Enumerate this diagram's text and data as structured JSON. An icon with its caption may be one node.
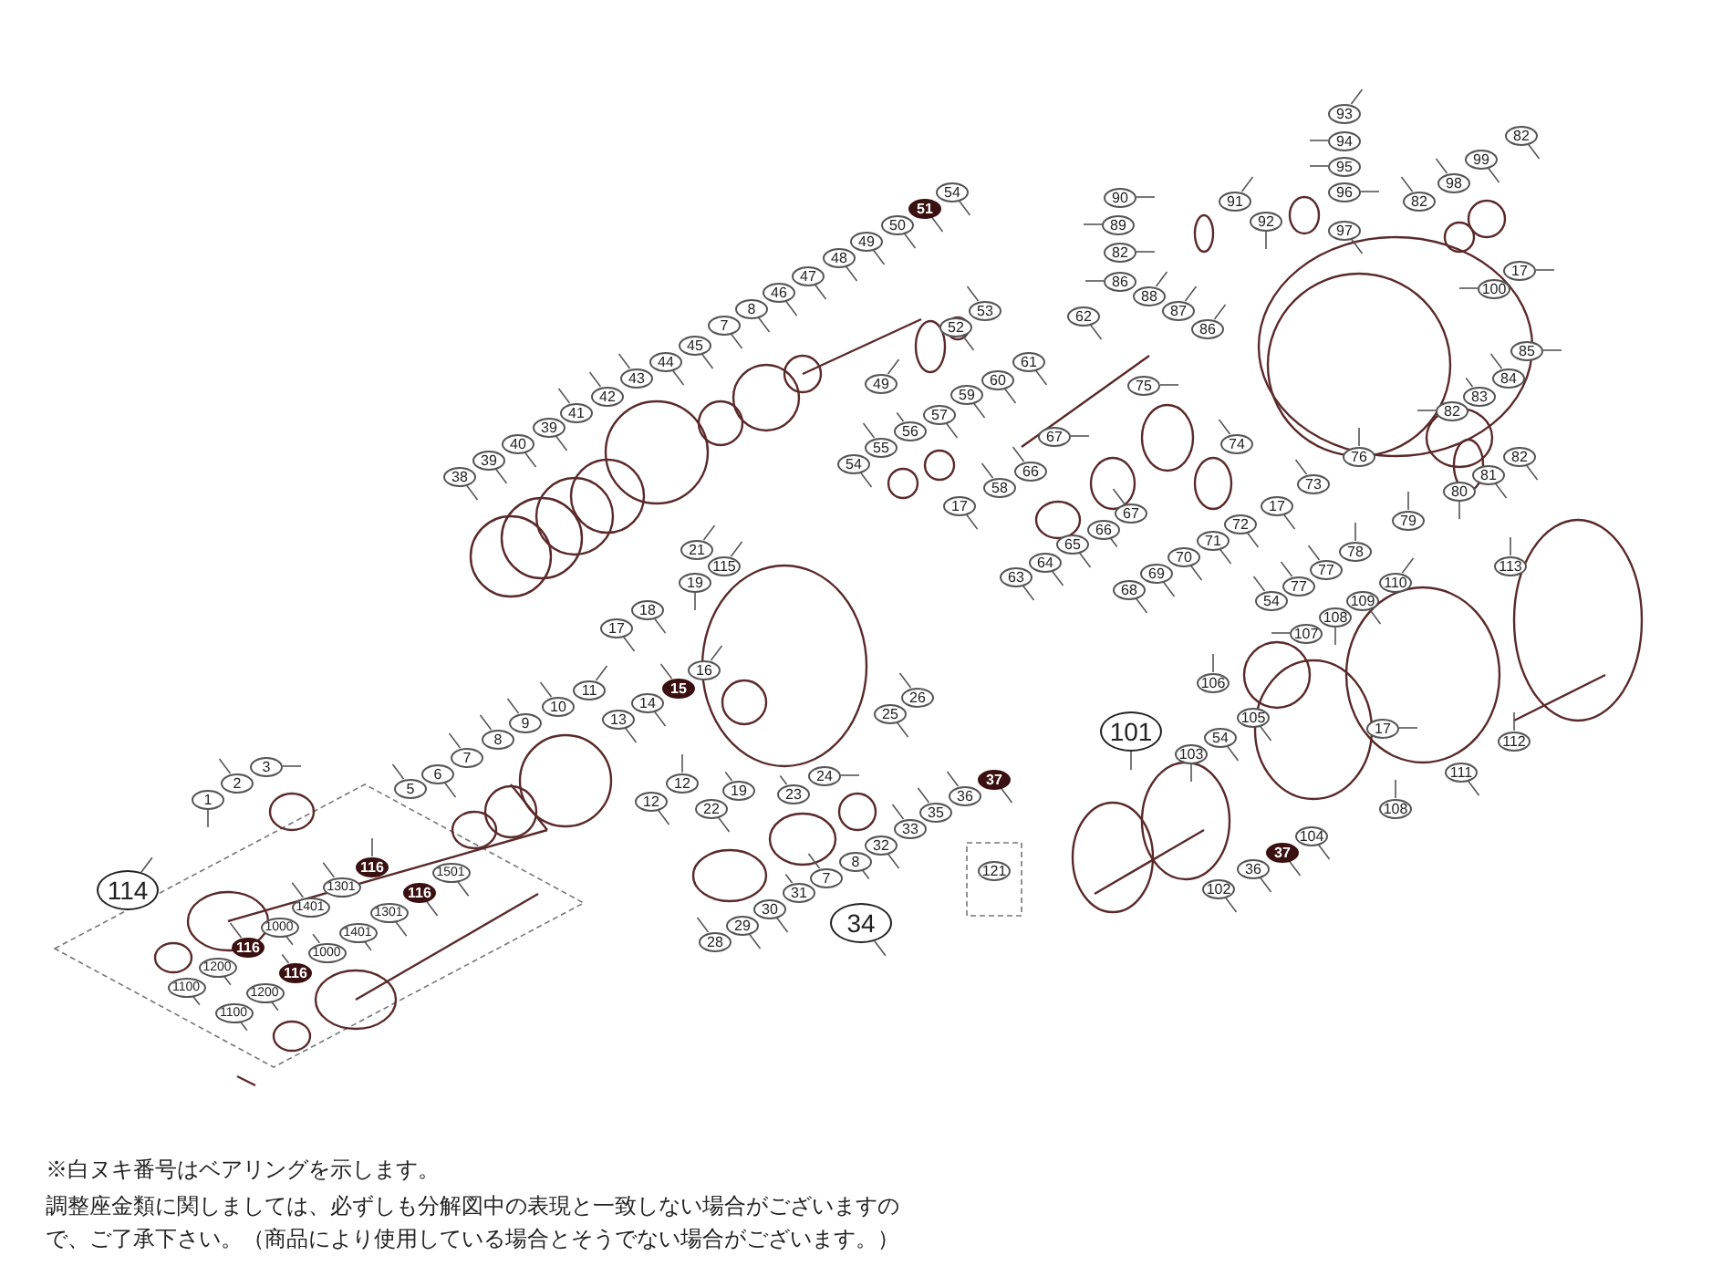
{
  "diagram": {
    "nodes": [
      {
        "text": [
          "38"
        ]
      },
      {
        "text": [
          "39"
        ]
      },
      {
        "text": [
          "40"
        ]
      },
      {
        "text": [
          "39"
        ]
      },
      {
        "text": [
          "41"
        ]
      },
      {
        "text": [
          "42"
        ]
      },
      {
        "text": [
          "43"
        ]
      },
      {
        "text": [
          "44"
        ]
      },
      {
        "text": [
          "45"
        ]
      },
      {
        "text": [
          "7"
        ]
      },
      {
        "text": [
          "8"
        ]
      },
      {
        "text": [
          "46"
        ]
      },
      {
        "text": [
          "47"
        ]
      },
      {
        "text": [
          "48"
        ]
      },
      {
        "text": [
          "49"
        ]
      },
      {
        "text": [
          "50"
        ]
      },
      {
        "text": [
          "51"
        ]
      },
      {
        "text": [
          "54"
        ]
      },
      {
        "text": [
          "53"
        ]
      },
      {
        "text": [
          "52"
        ]
      },
      {
        "text": [
          "49"
        ]
      },
      {
        "text": [
          "54"
        ]
      },
      {
        "text": [
          "55"
        ]
      },
      {
        "text": [
          "56"
        ]
      },
      {
        "text": [
          "57"
        ]
      },
      {
        "text": [
          "59"
        ]
      },
      {
        "text": [
          "60"
        ]
      },
      {
        "text": [
          "61"
        ]
      },
      {
        "text": [
          "62"
        ]
      },
      {
        "text": [
          "58"
        ]
      },
      {
        "text": [
          "17"
        ]
      },
      {
        "text": [
          "66"
        ]
      },
      {
        "text": [
          "67"
        ]
      },
      {
        "text": [
          "63"
        ]
      },
      {
        "text": [
          "64"
        ]
      },
      {
        "text": [
          "65"
        ]
      },
      {
        "text": [
          "66"
        ]
      },
      {
        "text": [
          "67"
        ]
      },
      {
        "text": [
          "68"
        ]
      },
      {
        "text": [
          "69"
        ]
      },
      {
        "text": [
          "70"
        ]
      },
      {
        "text": [
          "71"
        ]
      },
      {
        "text": [
          "72"
        ]
      },
      {
        "text": [
          "17"
        ]
      },
      {
        "text": [
          "73"
        ]
      },
      {
        "text": [
          "74"
        ]
      },
      {
        "text": [
          "75"
        ]
      },
      {
        "text": [
          "76"
        ]
      },
      {
        "text": [
          "90"
        ]
      },
      {
        "text": [
          "89"
        ]
      },
      {
        "text": [
          "82"
        ]
      },
      {
        "text": [
          "86"
        ]
      },
      {
        "text": [
          "88"
        ]
      },
      {
        "text": [
          "87"
        ]
      },
      {
        "text": [
          "86"
        ]
      },
      {
        "text": [
          "91"
        ]
      },
      {
        "text": [
          "92"
        ]
      },
      {
        "text": [
          "93"
        ]
      },
      {
        "text": [
          "94"
        ]
      },
      {
        "text": [
          "95"
        ]
      },
      {
        "text": [
          "96"
        ]
      },
      {
        "text": [
          "97"
        ]
      },
      {
        "text": [
          "82"
        ]
      },
      {
        "text": [
          "98"
        ]
      },
      {
        "text": [
          "99"
        ]
      },
      {
        "text": [
          "82"
        ]
      },
      {
        "text": [
          "100"
        ]
      },
      {
        "text": [
          "17"
        ]
      },
      {
        "text": [
          "85"
        ]
      },
      {
        "text": [
          "84"
        ]
      },
      {
        "text": [
          "83"
        ]
      },
      {
        "text": [
          "82"
        ]
      },
      {
        "text": [
          "82"
        ]
      },
      {
        "text": [
          "81"
        ]
      },
      {
        "text": [
          "80"
        ]
      },
      {
        "text": [
          "79"
        ]
      },
      {
        "text": [
          "78"
        ]
      },
      {
        "text": [
          "77"
        ]
      },
      {
        "text": [
          "77"
        ]
      },
      {
        "text": [
          "54"
        ]
      },
      {
        "text": [
          "113"
        ]
      },
      {
        "text": [
          "110"
        ]
      },
      {
        "text": [
          "109"
        ]
      },
      {
        "text": [
          "108"
        ]
      },
      {
        "text": [
          "107"
        ]
      },
      {
        "text": [
          "106"
        ]
      },
      {
        "text": [
          "105"
        ]
      },
      {
        "text": [
          "101"
        ]
      },
      {
        "text": [
          "103"
        ]
      },
      {
        "text": [
          "54"
        ]
      },
      {
        "text": [
          "17"
        ]
      },
      {
        "text": [
          "112"
        ]
      },
      {
        "text": [
          "111"
        ]
      },
      {
        "text": [
          "108"
        ]
      },
      {
        "text": [
          "104"
        ]
      },
      {
        "text": [
          "37"
        ]
      },
      {
        "text": [
          "36"
        ]
      },
      {
        "text": [
          "102"
        ]
      },
      {
        "text": [
          "21"
        ]
      },
      {
        "text": [
          "115"
        ]
      },
      {
        "text": [
          "19"
        ]
      },
      {
        "text": [
          "18"
        ]
      },
      {
        "text": [
          "17"
        ]
      },
      {
        "text": [
          "16"
        ]
      },
      {
        "text": [
          "15"
        ]
      },
      {
        "text": [
          "14"
        ]
      },
      {
        "text": [
          "13"
        ]
      },
      {
        "text": [
          "11"
        ]
      },
      {
        "text": [
          "10"
        ]
      },
      {
        "text": [
          "9"
        ]
      },
      {
        "text": [
          "8"
        ]
      },
      {
        "text": [
          "7"
        ]
      },
      {
        "text": [
          "6"
        ]
      },
      {
        "text": [
          "5"
        ]
      },
      {
        "text": [
          "12"
        ]
      },
      {
        "text": [
          "12"
        ]
      },
      {
        "text": [
          "22"
        ]
      },
      {
        "text": [
          "19"
        ]
      },
      {
        "text": [
          "23"
        ]
      },
      {
        "text": [
          "24"
        ]
      },
      {
        "text": [
          "25"
        ]
      },
      {
        "text": [
          "26"
        ]
      },
      {
        "text": [
          "37"
        ]
      },
      {
        "text": [
          "36"
        ]
      },
      {
        "text": [
          "35"
        ]
      },
      {
        "text": [
          "33"
        ]
      },
      {
        "text": [
          "32"
        ]
      },
      {
        "text": [
          "8"
        ]
      },
      {
        "text": [
          "7"
        ]
      },
      {
        "text": [
          "31"
        ]
      },
      {
        "text": [
          "30"
        ]
      },
      {
        "text": [
          "29"
        ]
      },
      {
        "text": [
          "28"
        ]
      },
      {
        "text": [
          "34"
        ]
      },
      {
        "text": [
          "1"
        ]
      },
      {
        "text": [
          "2"
        ]
      },
      {
        "text": [
          "3"
        ]
      },
      {
        "text": [
          "114"
        ]
      },
      {
        "text": [
          "116"
        ]
      },
      {
        "text": [
          "1301"
        ]
      },
      {
        "text": [
          "1401"
        ]
      },
      {
        "text": [
          "1000"
        ]
      },
      {
        "text": [
          "116"
        ]
      },
      {
        "text": [
          "1200"
        ]
      },
      {
        "text": [
          "1100"
        ]
      },
      {
        "text": [
          "1501"
        ]
      },
      {
        "text": [
          "116"
        ]
      },
      {
        "text": [
          "1301"
        ]
      },
      {
        "text": [
          "1401"
        ]
      },
      {
        "text": [
          "1000"
        ]
      },
      {
        "text": [
          "116"
        ]
      },
      {
        "text": [
          "1200"
        ]
      },
      {
        "text": [
          "1100"
        ]
      },
      {
        "text": [
          "121"
        ]
      }
    ],
    "edges": [
      {
        "from": 0,
        "to": null,
        "arrow": "none"
      },
      {
        "from": 1,
        "to": null,
        "arrow": "none"
      },
      {
        "from": 2,
        "to": null,
        "arrow": "none"
      },
      {
        "from": 3,
        "to": null,
        "arrow": "none"
      },
      {
        "from": 4,
        "to": null,
        "arrow": "none"
      },
      {
        "from": 5,
        "to": null,
        "arrow": "none"
      },
      {
        "from": 6,
        "to": null,
        "arrow": "none"
      },
      {
        "from": 7,
        "to": null,
        "arrow": "none"
      },
      {
        "from": 8,
        "to": null,
        "arrow": "none"
      },
      {
        "from": 9,
        "to": null,
        "arrow": "none"
      },
      {
        "from": 10,
        "to": null,
        "arrow": "none"
      },
      {
        "from": 11,
        "to": null,
        "arrow": "none"
      },
      {
        "from": 12,
        "to": null,
        "arrow": "none"
      },
      {
        "from": 13,
        "to": null,
        "arrow": "none"
      },
      {
        "from": 14,
        "to": null,
        "arrow": "none"
      },
      {
        "from": 15,
        "to": null,
        "arrow": "none"
      },
      {
        "from": 16,
        "to": null,
        "arrow": "none"
      },
      {
        "from": 17,
        "to": null,
        "arrow": "none"
      },
      {
        "from": 18,
        "to": null,
        "arrow": "none"
      },
      {
        "from": 19,
        "to": null,
        "arrow": "none"
      },
      {
        "from": 20,
        "to": null,
        "arrow": "none"
      },
      {
        "from": 21,
        "to": null,
        "arrow": "none"
      },
      {
        "from": 22,
        "to": null,
        "arrow": "none"
      },
      {
        "from": 23,
        "to": null,
        "arrow": "none"
      },
      {
        "from": 24,
        "to": null,
        "arrow": "none"
      },
      {
        "from": 25,
        "to": null,
        "arrow": "none"
      },
      {
        "from": 26,
        "to": null,
        "arrow": "none"
      },
      {
        "from": 27,
        "to": null,
        "arrow": "none"
      },
      {
        "from": 28,
        "to": null,
        "arrow": "none"
      },
      {
        "from": 29,
        "to": null,
        "arrow": "none"
      },
      {
        "from": 30,
        "to": null,
        "arrow": "none"
      },
      {
        "from": 31,
        "to": null,
        "arrow": "none"
      },
      {
        "from": 32,
        "to": null,
        "arrow": "none"
      },
      {
        "from": 33,
        "to": null,
        "arrow": "none"
      },
      {
        "from": 34,
        "to": null,
        "arrow": "none"
      },
      {
        "from": 35,
        "to": null,
        "arrow": "none"
      },
      {
        "from": 36,
        "to": null,
        "arrow": "none"
      },
      {
        "from": 37,
        "to": null,
        "arrow": "none"
      },
      {
        "from": 38,
        "to": null,
        "arrow": "none"
      },
      {
        "from": 39,
        "to": null,
        "arrow": "none"
      },
      {
        "from": 40,
        "to": null,
        "arrow": "none"
      },
      {
        "from": 41,
        "to": null,
        "arrow": "none"
      },
      {
        "from": 42,
        "to": null,
        "arrow": "none"
      },
      {
        "from": 43,
        "to": null,
        "arrow": "none"
      },
      {
        "from": 44,
        "to": null,
        "arrow": "none"
      },
      {
        "from": 45,
        "to": null,
        "arrow": "none"
      },
      {
        "from": 46,
        "to": null,
        "arrow": "none"
      },
      {
        "from": 47,
        "to": null,
        "arrow": "none"
      },
      {
        "from": 48,
        "to": null,
        "arrow": "none"
      },
      {
        "from": 49,
        "to": null,
        "arrow": "none"
      },
      {
        "from": 50,
        "to": null,
        "arrow": "none"
      },
      {
        "from": 51,
        "to": null,
        "arrow": "none"
      },
      {
        "from": 52,
        "to": null,
        "arrow": "none"
      },
      {
        "from": 53,
        "to": null,
        "arrow": "none"
      },
      {
        "from": 54,
        "to": null,
        "arrow": "none"
      },
      {
        "from": 55,
        "to": null,
        "arrow": "none"
      },
      {
        "from": 56,
        "to": null,
        "arrow": "none"
      },
      {
        "from": 57,
        "to": null,
        "arrow": "none"
      },
      {
        "from": 58,
        "to": null,
        "arrow": "none"
      },
      {
        "from": 59,
        "to": null,
        "arrow": "none"
      },
      {
        "from": 60,
        "to": null,
        "arrow": "none"
      },
      {
        "from": 61,
        "to": null,
        "arrow": "none"
      },
      {
        "from": 62,
        "to": null,
        "arrow": "none"
      },
      {
        "from": 63,
        "to": null,
        "arrow": "none"
      },
      {
        "from": 64,
        "to": null,
        "arrow": "none"
      },
      {
        "from": 65,
        "to": null,
        "arrow": "none"
      },
      {
        "from": 66,
        "to": null,
        "arrow": "none"
      },
      {
        "from": 67,
        "to": null,
        "arrow": "none"
      },
      {
        "from": 68,
        "to": null,
        "arrow": "none"
      },
      {
        "from": 69,
        "to": null,
        "arrow": "none"
      },
      {
        "from": 70,
        "to": null,
        "arrow": "none"
      },
      {
        "from": 71,
        "to": null,
        "arrow": "none"
      },
      {
        "from": 72,
        "to": null,
        "arrow": "none"
      },
      {
        "from": 73,
        "to": null,
        "arrow": "none"
      },
      {
        "from": 74,
        "to": null,
        "arrow": "none"
      },
      {
        "from": 75,
        "to": null,
        "arrow": "none"
      },
      {
        "from": 76,
        "to": null,
        "arrow": "none"
      },
      {
        "from": 77,
        "to": null,
        "arrow": "none"
      },
      {
        "from": 78,
        "to": null,
        "arrow": "none"
      },
      {
        "from": 79,
        "to": null,
        "arrow": "none"
      },
      {
        "from": 80,
        "to": null,
        "arrow": "none"
      },
      {
        "from": 81,
        "to": null,
        "arrow": "none"
      },
      {
        "from": 82,
        "to": null,
        "arrow": "none"
      },
      {
        "from": 83,
        "to": null,
        "arrow": "none"
      },
      {
        "from": 84,
        "to": null,
        "arrow": "none"
      },
      {
        "from": 85,
        "to": null,
        "arrow": "none"
      },
      {
        "from": 86,
        "to": null,
        "arrow": "none"
      },
      {
        "from": 87,
        "to": null,
        "arrow": "none"
      },
      {
        "from": 88,
        "to": null,
        "arrow": "none"
      },
      {
        "from": 89,
        "to": null,
        "arrow": "none"
      },
      {
        "from": 90,
        "to": null,
        "arrow": "none"
      },
      {
        "from": 91,
        "to": null,
        "arrow": "none"
      },
      {
        "from": 92,
        "to": null,
        "arrow": "none"
      },
      {
        "from": 93,
        "to": null,
        "arrow": "none"
      },
      {
        "from": 94,
        "to": null,
        "arrow": "none"
      },
      {
        "from": 95,
        "to": null,
        "arrow": "none"
      },
      {
        "from": 96,
        "to": null,
        "arrow": "none"
      },
      {
        "from": 97,
        "to": null,
        "arrow": "none"
      },
      {
        "from": 98,
        "to": null,
        "arrow": "none"
      },
      {
        "from": 99,
        "to": null,
        "arrow": "none"
      },
      {
        "from": 100,
        "to": null,
        "arrow": "none"
      },
      {
        "from": 101,
        "to": null,
        "arrow": "none"
      },
      {
        "from": 102,
        "to": null,
        "arrow": "none"
      },
      {
        "from": 103,
        "to": null,
        "arrow": "none"
      },
      {
        "from": 104,
        "to": null,
        "arrow": "none"
      },
      {
        "from": 105,
        "to": null,
        "arrow": "none"
      },
      {
        "from": 106,
        "to": null,
        "arrow": "none"
      },
      {
        "from": 107,
        "to": null,
        "arrow": "none"
      },
      {
        "from": 108,
        "to": null,
        "arrow": "none"
      },
      {
        "from": 109,
        "to": null,
        "arrow": "none"
      },
      {
        "from": 110,
        "to": null,
        "arrow": "none"
      },
      {
        "from": 111,
        "to": null,
        "arrow": "none"
      },
      {
        "from": 112,
        "to": null,
        "arrow": "none"
      },
      {
        "from": 113,
        "to": null,
        "arrow": "none"
      },
      {
        "from": 114,
        "to": null,
        "arrow": "none"
      },
      {
        "from": 115,
        "to": null,
        "arrow": "none"
      },
      {
        "from": 116,
        "to": null,
        "arrow": "none"
      },
      {
        "from": 117,
        "to": null,
        "arrow": "none"
      },
      {
        "from": 118,
        "to": null,
        "arrow": "none"
      },
      {
        "from": 119,
        "to": null,
        "arrow": "none"
      },
      {
        "from": 120,
        "to": null,
        "arrow": "none"
      },
      {
        "from": 121,
        "to": null,
        "arrow": "none"
      },
      {
        "from": 122,
        "to": null,
        "arrow": "none"
      },
      {
        "from": 123,
        "to": null,
        "arrow": "none"
      },
      {
        "from": 124,
        "to": null,
        "arrow": "none"
      },
      {
        "from": 125,
        "to": null,
        "arrow": "none"
      },
      {
        "from": 126,
        "to": null,
        "arrow": "none"
      },
      {
        "from": 127,
        "to": null,
        "arrow": "none"
      },
      {
        "from": 128,
        "to": null,
        "arrow": "none"
      },
      {
        "from": 129,
        "to": null,
        "arrow": "none"
      },
      {
        "from": 130,
        "to": null,
        "arrow": "none"
      },
      {
        "from": 131,
        "to": null,
        "arrow": "none"
      },
      {
        "from": 132,
        "to": null,
        "arrow": "none"
      },
      {
        "from": 133,
        "to": null,
        "arrow": "none"
      },
      {
        "from": 134,
        "to": null,
        "arrow": "none"
      },
      {
        "from": 135,
        "to": null,
        "arrow": "none"
      },
      {
        "from": 136,
        "to": null,
        "arrow": "none"
      },
      {
        "from": 137,
        "to": null,
        "arrow": "none"
      },
      {
        "from": 138,
        "to": null,
        "arrow": "none"
      },
      {
        "from": 139,
        "to": null,
        "arrow": "none"
      },
      {
        "from": 140,
        "to": null,
        "arrow": "none"
      },
      {
        "from": 141,
        "to": null,
        "arrow": "none"
      },
      {
        "from": 142,
        "to": null,
        "arrow": "none"
      },
      {
        "from": 143,
        "to": null,
        "arrow": "none"
      },
      {
        "from": 144,
        "to": null,
        "arrow": "none"
      },
      {
        "from": 145,
        "to": null,
        "arrow": "none"
      },
      {
        "from": 146,
        "to": null,
        "arrow": "none"
      },
      {
        "from": 147,
        "to": null,
        "arrow": "none"
      },
      {
        "from": 148,
        "to": null,
        "arrow": "none"
      },
      {
        "from": 149,
        "to": null,
        "arrow": "none"
      },
      {
        "from": 150,
        "to": null,
        "arrow": "none"
      },
      {
        "from": 151,
        "to": null,
        "arrow": "none"
      },
      {
        "from": 152,
        "to": null,
        "arrow": "none"
      }
    ],
    "labels": [
      "※白ヌキ番号はベアリングを示します。",
      "調整座金類に関しましては、必ずしも分解図中の表現と一致しない場合がございますので、ご了承下さい。（商品により使用している場合とそうでない場合がございます。）"
    ]
  }
}
